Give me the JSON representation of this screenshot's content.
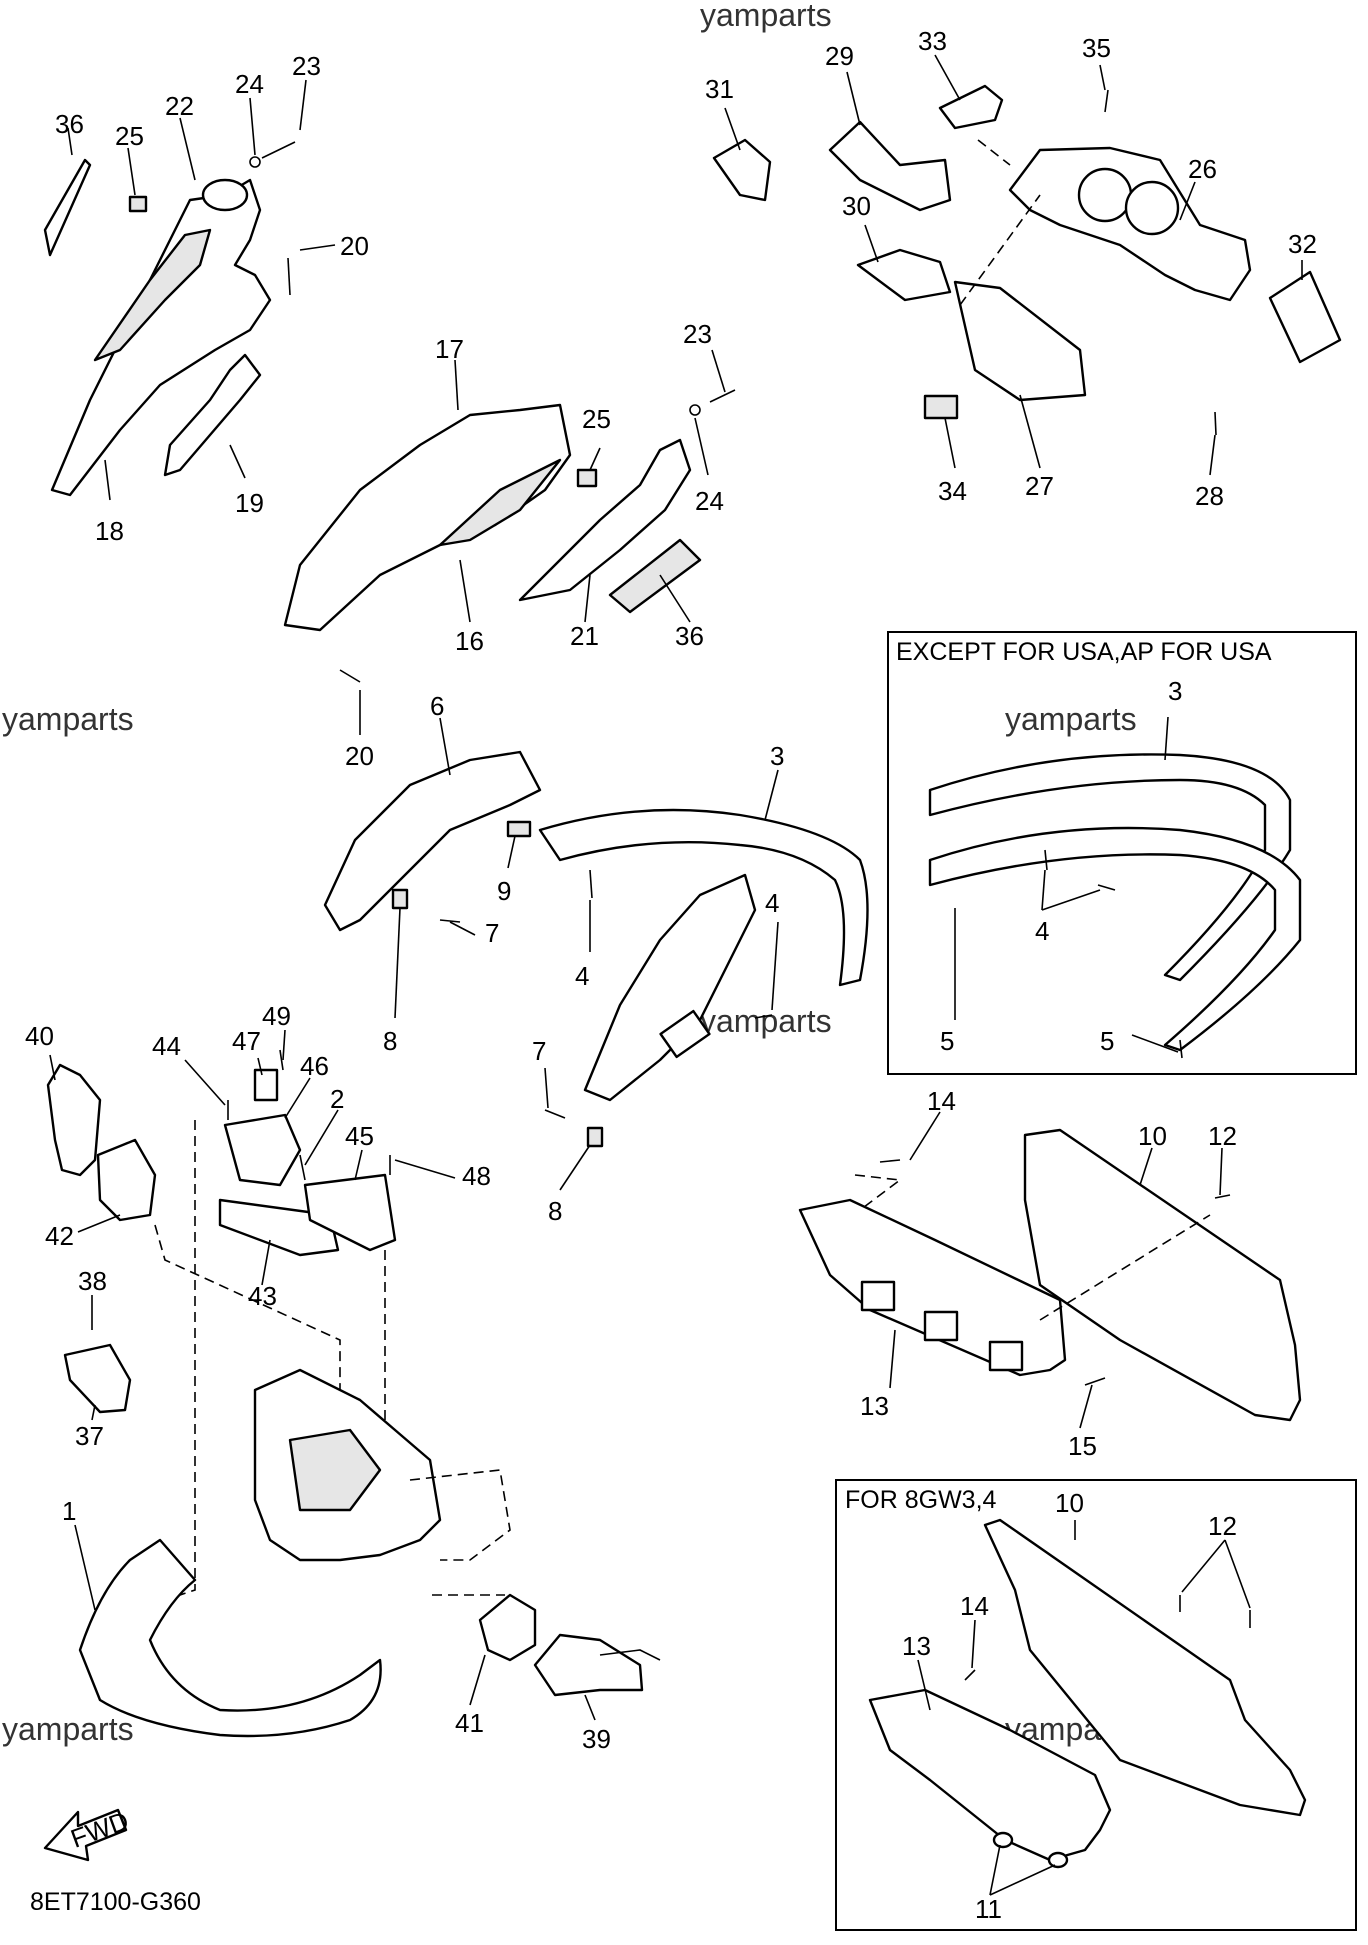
{
  "watermark": "yamparts",
  "diagram_code": "8ET7100-G360",
  "fwd_label": "FWD",
  "inset_top": {
    "title": "EXCEPT FOR USA,AP FOR USA",
    "callouts": [
      "3",
      "4",
      "5",
      "5"
    ]
  },
  "inset_bottom": {
    "title": "FOR 8GW3,4",
    "callouts": [
      "10",
      "12",
      "14",
      "13",
      "11"
    ]
  },
  "callouts": [
    "36",
    "25",
    "22",
    "24",
    "23",
    "20",
    "18",
    "19",
    "17",
    "25",
    "23",
    "24",
    "16",
    "21",
    "36",
    "20",
    "31",
    "29",
    "33",
    "35",
    "26",
    "30",
    "32",
    "34",
    "27",
    "28",
    "6",
    "3",
    "9",
    "4",
    "7",
    "8",
    "4",
    "7",
    "8",
    "49",
    "40",
    "44",
    "47",
    "46",
    "2",
    "45",
    "48",
    "42",
    "43",
    "38",
    "37",
    "1",
    "41",
    "39",
    "14",
    "10",
    "12",
    "13",
    "15"
  ]
}
